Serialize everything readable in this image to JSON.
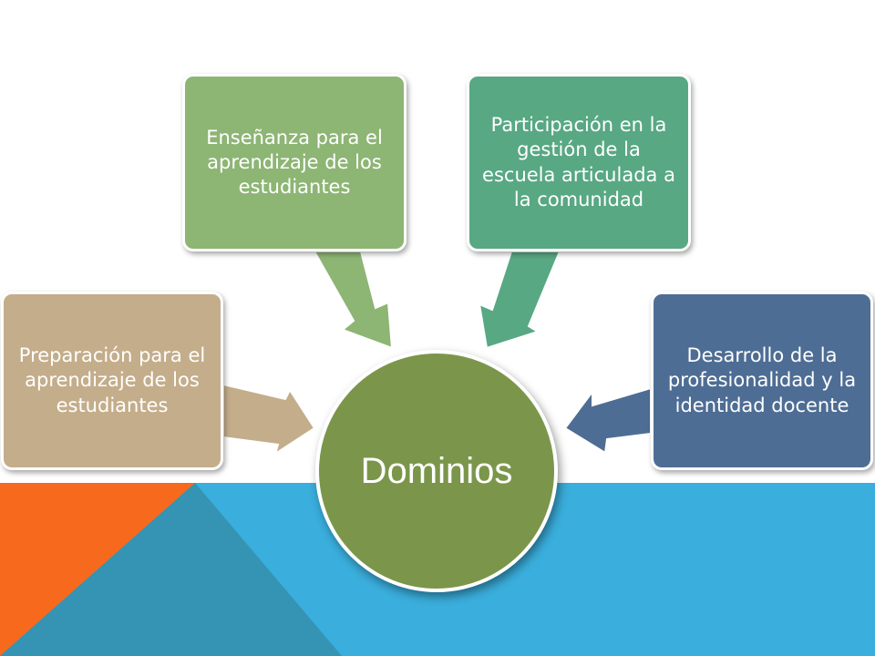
{
  "diagram": {
    "center": {
      "label": "Dominios",
      "color": "#7b964a"
    },
    "nodes": [
      {
        "label": "Preparación para el aprendizaje de los estudiantes",
        "color": "#c4ad8a"
      },
      {
        "label": "Enseñanza para el aprendizaje de los estudiantes",
        "color": "#8db574"
      },
      {
        "label": "Participación en la gestión de la escuela articulada a la comunidad",
        "color": "#58a883"
      },
      {
        "label": "Desarrollo de la profesionalidad y la identidad docente",
        "color": "#4e6d94"
      }
    ]
  },
  "background": {
    "orange": "#f7691d",
    "blue": "#3aaedc",
    "dark_blue": "#3593b4"
  }
}
